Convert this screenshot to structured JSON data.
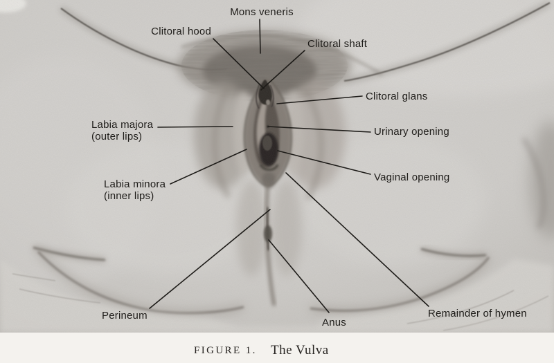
{
  "figure": {
    "caption": {
      "figure_label": "FIGURE 1.",
      "title": "The Vulva"
    },
    "labels": {
      "mons_veneris": "Mons veneris",
      "clitoral_hood": "Clitoral hood",
      "clitoral_shaft": "Clitoral shaft",
      "clitoral_glans": "Clitoral glans",
      "urinary_opening": "Urinary opening",
      "labia_majora_line1": "Labia majora",
      "labia_majora_line2": "(outer lips)",
      "vaginal_opening": "Vaginal opening",
      "labia_minora_line1": "Labia minora",
      "labia_minora_line2": "(inner lips)",
      "perineum": "Perineum",
      "anus": "Anus",
      "remainder_of_hymen": "Remainder of hymen"
    },
    "colors": {
      "paper": "#d5d3d0",
      "ink": "#1e1c19",
      "caption_background": "#f4f2ee"
    }
  }
}
